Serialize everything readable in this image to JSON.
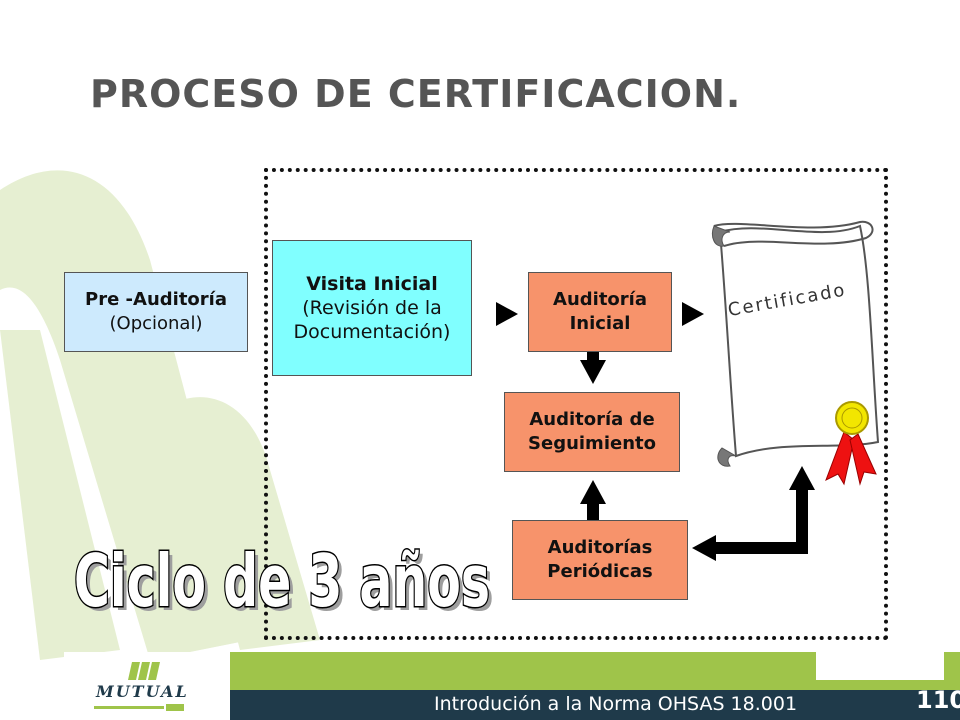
{
  "title": "PROCESO DE CERTIFICACION.",
  "nodes": {
    "pre_auditoria": {
      "line1": "Pre -Auditoría",
      "line2": "(Opcional)"
    },
    "visita_inicial": {
      "line1": "Visita Inicial",
      "line2": "(Revisión de la",
      "line3": "Documentación)"
    },
    "auditoria_inicial": {
      "line1": "Auditoría",
      "line2": "Inicial"
    },
    "auditoria_seguimiento": {
      "line1": "Auditoría de",
      "line2": "Seguimiento"
    },
    "auditorias_periodicas": {
      "line1": "Auditorías",
      "line2": "Periódicas"
    },
    "certificado": {
      "label": "Certificado"
    }
  },
  "cycle_label": "Ciclo de 3 años",
  "footer": {
    "text": "Introdución a la Norma OHSAS 18.001",
    "page": "110",
    "logo_text": "MUTUAL"
  },
  "colors": {
    "pre_fill": "#cdeafd",
    "visita_fill": "#80ffff",
    "orange_fill": "#f7936b",
    "footer_bar": "#1f3a4a",
    "footer_green": "#9fc44a",
    "watermark": "#e6efd2"
  }
}
